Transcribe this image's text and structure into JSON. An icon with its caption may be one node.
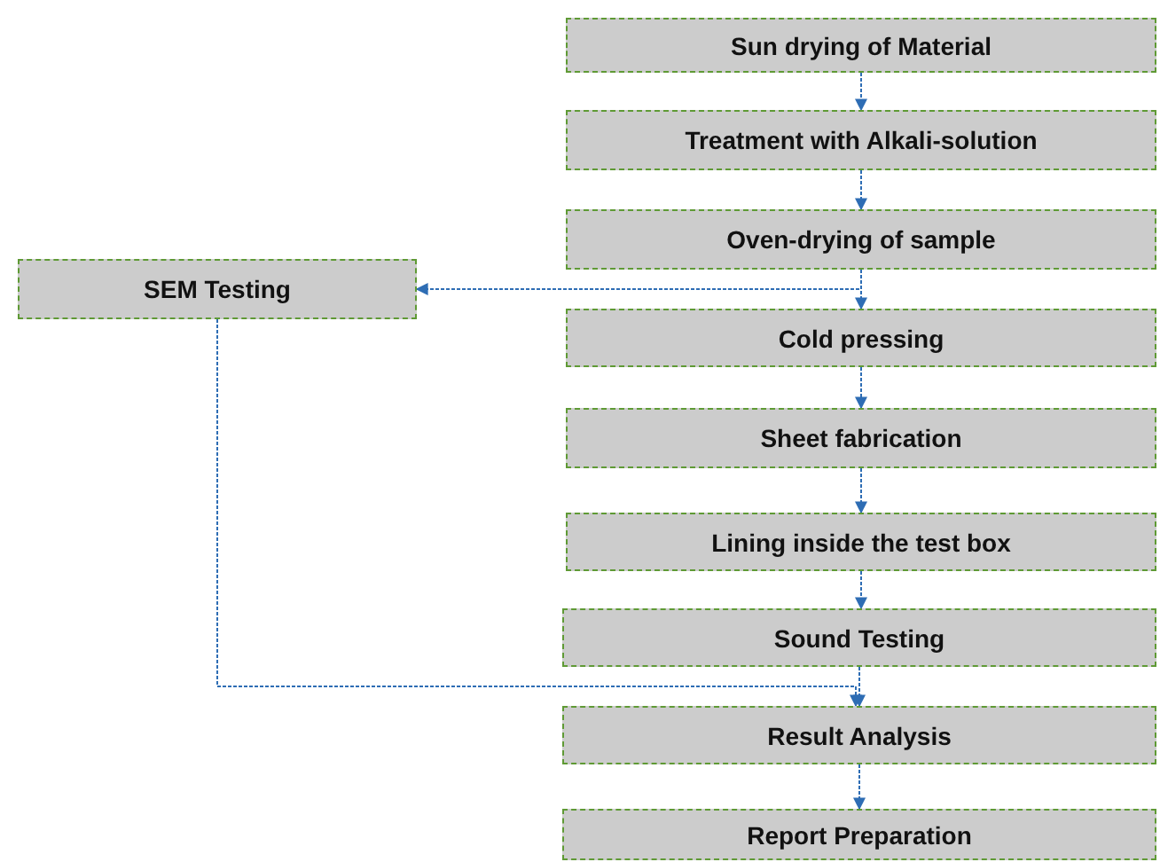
{
  "diagram": {
    "nodes": [
      {
        "text": [
          "Sun drying of Material"
        ]
      },
      {
        "text": [
          "Treatment with Alkali-solution"
        ]
      },
      {
        "text": [
          "Oven-drying of sample"
        ]
      },
      {
        "text": [
          "SEM Testing"
        ]
      },
      {
        "text": [
          "Cold pressing"
        ]
      },
      {
        "text": [
          "Sheet fabrication"
        ]
      },
      {
        "text": [
          "Lining inside the test box"
        ]
      },
      {
        "text": [
          "Sound Testing"
        ]
      },
      {
        "text": [
          "Result Analysis"
        ]
      },
      {
        "text": [
          "Report Preparation"
        ]
      }
    ],
    "edges": [
      {
        "from": 0,
        "to": 1,
        "arrow": "to"
      },
      {
        "from": 1,
        "to": 2,
        "arrow": "to"
      },
      {
        "from": 2,
        "to": 4,
        "arrow": "to"
      },
      {
        "from": 2,
        "to": 3,
        "arrow": "to"
      },
      {
        "from": 4,
        "to": 5,
        "arrow": "to"
      },
      {
        "from": 5,
        "to": 6,
        "arrow": "to"
      },
      {
        "from": 6,
        "to": 7,
        "arrow": "to"
      },
      {
        "from": 7,
        "to": 8,
        "arrow": "to"
      },
      {
        "from": 3,
        "to": 8,
        "arrow": "to"
      },
      {
        "from": 8,
        "to": 9,
        "arrow": "to"
      }
    ]
  }
}
